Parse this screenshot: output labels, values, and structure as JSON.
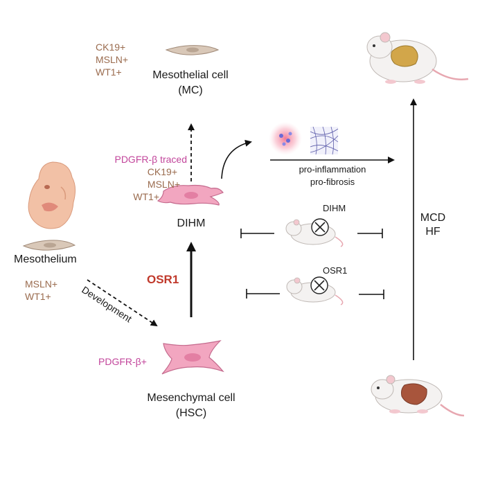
{
  "mesothelial": {
    "markers": [
      "CK19+",
      "MSLN+",
      "WT1+"
    ],
    "name": "Mesothelial cell",
    "abbr": "(MC)"
  },
  "dihm": {
    "traced": "PDGFR-β traced",
    "markers": [
      "CK19+",
      "MSLN+",
      "WT1+"
    ],
    "name": "DIHM"
  },
  "mesothelium": {
    "name": "Mesothelium",
    "markers": [
      "MSLN+",
      "WT1+"
    ]
  },
  "development_label": "Development",
  "osr1_label": "OSR1",
  "mesenchymal": {
    "marker": "PDGFR-β+",
    "name": "Mesenchymal cell",
    "abbr": "(HSC)"
  },
  "effects": [
    "pro-inflammation",
    "pro-fibrosis"
  ],
  "knockouts": [
    {
      "label": "DIHM"
    },
    {
      "label": "OSR1"
    }
  ],
  "model": [
    "MCD",
    "HF"
  ],
  "colors": {
    "marker_brown": "#9a6b4e",
    "tracer_pink": "#c2459b",
    "osr1_red": "#c0392b",
    "cell_pink": "#f2a6c0",
    "mesothelial_tan": "#d9c8b8",
    "liver_brown": "#b7893a"
  }
}
